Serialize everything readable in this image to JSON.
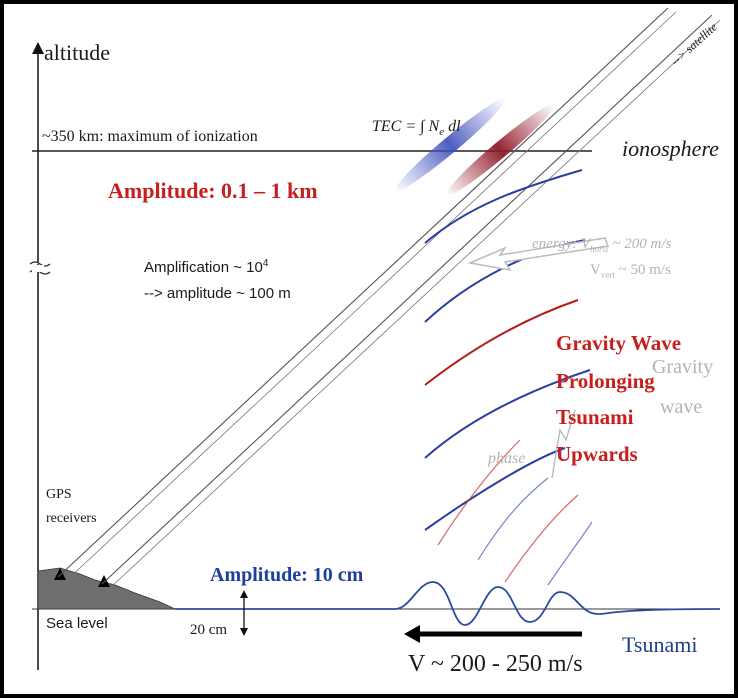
{
  "labels": {
    "altitude": "altitude",
    "max_ionization": "~350 km: maximum of ionization",
    "tec_formula": "TEC = ∫ N",
    "tec_sub": "e",
    "tec_dl": " dl",
    "ionosphere": "ionosphere",
    "satellite": "--> satellite",
    "amplification_line1": "Amplification ~ 10",
    "amplification_exp": "4",
    "amplification_line2": "--> amplitude ~ 100 m",
    "energy_line1": "energy: V",
    "energy_line1_sub": "horiz",
    "energy_line1_val": " ~ 200 m/s",
    "energy_line2": "V",
    "energy_line2_sub": "vert",
    "energy_line2_val": " ~ 50 m/s",
    "gravity_wave_gray_1": "Gravity",
    "gravity_wave_gray_2": "wave",
    "phase": "phase",
    "gps_receivers_1": "GPS",
    "gps_receivers_2": "receivers",
    "sea_level": "Sea level",
    "twenty_cm": "20 cm",
    "tsunami": "Tsunami",
    "velocity": "V ~ 200 - 250 m/s"
  },
  "annotations": {
    "amplitude_top": "Amplitude: 0.1 – 1 km",
    "amplitude_bottom": "Amplitude: 10 cm",
    "gravity_1": "Gravity Wave",
    "gravity_2": "Prolonging",
    "gravity_3": "Tsunami",
    "gravity_4": "Upwards"
  },
  "colors": {
    "red_annotation": "#c81e1e",
    "blue_annotation": "#1f3fa0",
    "wave_blue": "#2a3f9e",
    "wave_red": "#b01e1e",
    "land": "#6e6e6e"
  }
}
